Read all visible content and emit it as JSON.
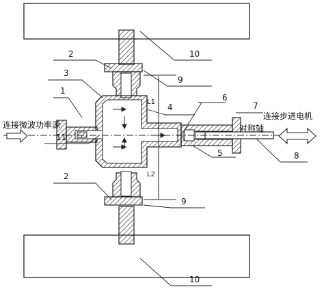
{
  "labels": {
    "n1": "1",
    "n2a": "2",
    "n2b": "2",
    "n3": "3",
    "n4": "4",
    "n5": "5",
    "n6": "6",
    "n7": "7",
    "n8": "8",
    "n9a": "9",
    "n9b": "9",
    "n10a": "10",
    "n10b": "10",
    "n11": "11",
    "L1": "L1",
    "L2": "L2"
  },
  "annotations": {
    "microwave_source": "连接微波功率源",
    "stepper_motor": "连接步进电机",
    "symmetry_axis": "对称轴"
  }
}
